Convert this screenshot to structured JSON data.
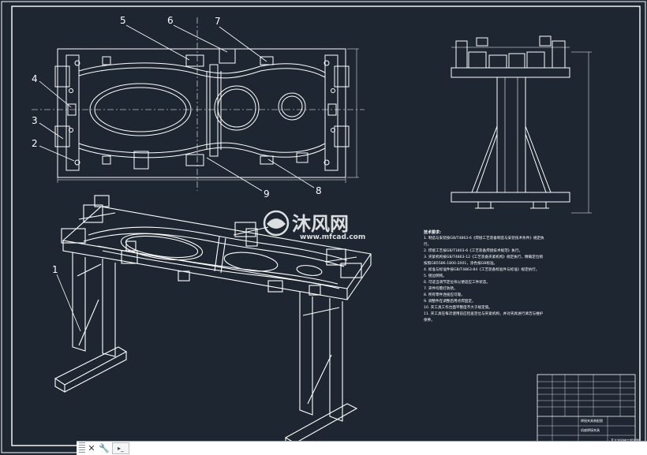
{
  "drawing": {
    "callouts": [
      "1",
      "2",
      "3",
      "4",
      "5",
      "6",
      "7",
      "8",
      "9"
    ],
    "watermark": {
      "brand": "沐风网",
      "url": "www.mfcad.com"
    },
    "notes_title": "技术要求:",
    "notes": [
      "1. 制造与安装按GB/T4863-6《焊接工艺装备制造与安装技术条件》规定执行。",
      "2. 焊接工艺按GB/T1803-6《工艺装备焊接技术规范》执行。",
      "3. 夹紧机构按GB/T4863-12《工艺装备夹紧机构》规定执行，精确定位销按照GB5586-1800-2001，涂色按GB标准。",
      "4. 标准与标准件按GB/T4863-84《工艺装备标准件与标准》规定执行。",
      "5. 锐边倒钝。",
      "6. 可适当调节定位块以便适应工件状态。",
      "7. 夹件均需打防锈。",
      "8. 所有零件连接应可靠。",
      "9. 调整件在调整后用点焊固定。",
      "10. 夹工具工作台面平整度不大于规定值。",
      "11. 夹工具在每次使用前应检查定位与夹紧机构，并对夹具进行清洁与维护保养。"
    ],
    "title_block": {
      "drawing_name": "焊接夹具装配图",
      "part_name": "机座焊接夹具",
      "school": "某大学机械工程学院"
    }
  },
  "command_line": {
    "close_icon": "close-icon",
    "customize_icon": "wrench-icon",
    "prompt_icon": "command-prompt-icon",
    "input_value": ""
  }
}
